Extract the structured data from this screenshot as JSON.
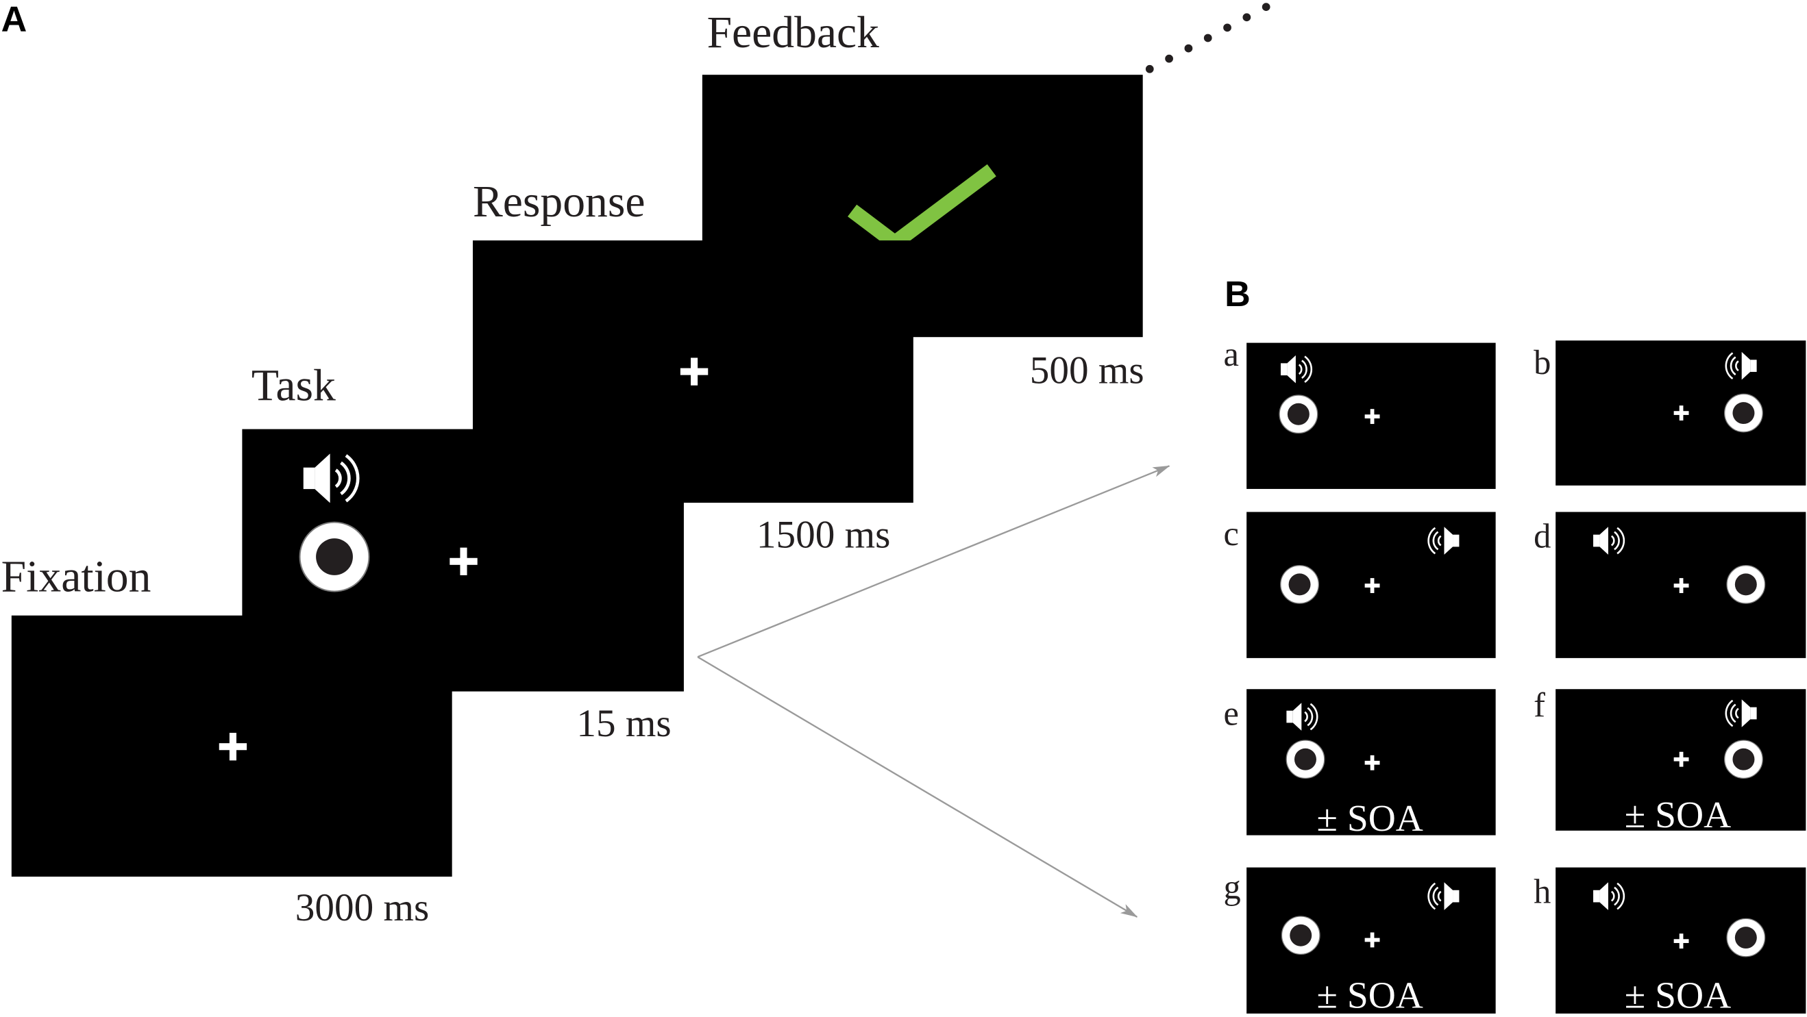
{
  "figure_labels": {
    "panel_a": "A",
    "panel_b": "B"
  },
  "trial_sequence": [
    {
      "screen": "Fixation",
      "duration": "3000 ms"
    },
    {
      "screen": "Task",
      "duration": "15 ms"
    },
    {
      "screen": "Response",
      "duration": "1500 ms"
    },
    {
      "screen": "Feedback",
      "duration": "500 ms"
    }
  ],
  "conditions": [
    {
      "letter": "a"
    },
    {
      "letter": "b"
    },
    {
      "letter": "c"
    },
    {
      "letter": "d"
    },
    {
      "letter": "e",
      "soa": "± SOA"
    },
    {
      "letter": "f",
      "soa": "± SOA"
    },
    {
      "letter": "g",
      "soa": "± SOA"
    },
    {
      "letter": "h",
      "soa": "± SOA"
    }
  ],
  "icons": {
    "sound": "speaker-icon",
    "visual": "circle-target-icon",
    "fixation": "fixation-cross-icon",
    "feedback": "checkmark-icon",
    "continuation": "dotted-line"
  },
  "colors": {
    "background": "#ffffff",
    "screen": "#000000",
    "checkmark": "#80c342",
    "arrow": "#9a9a9a",
    "target_center": "#231f20"
  }
}
